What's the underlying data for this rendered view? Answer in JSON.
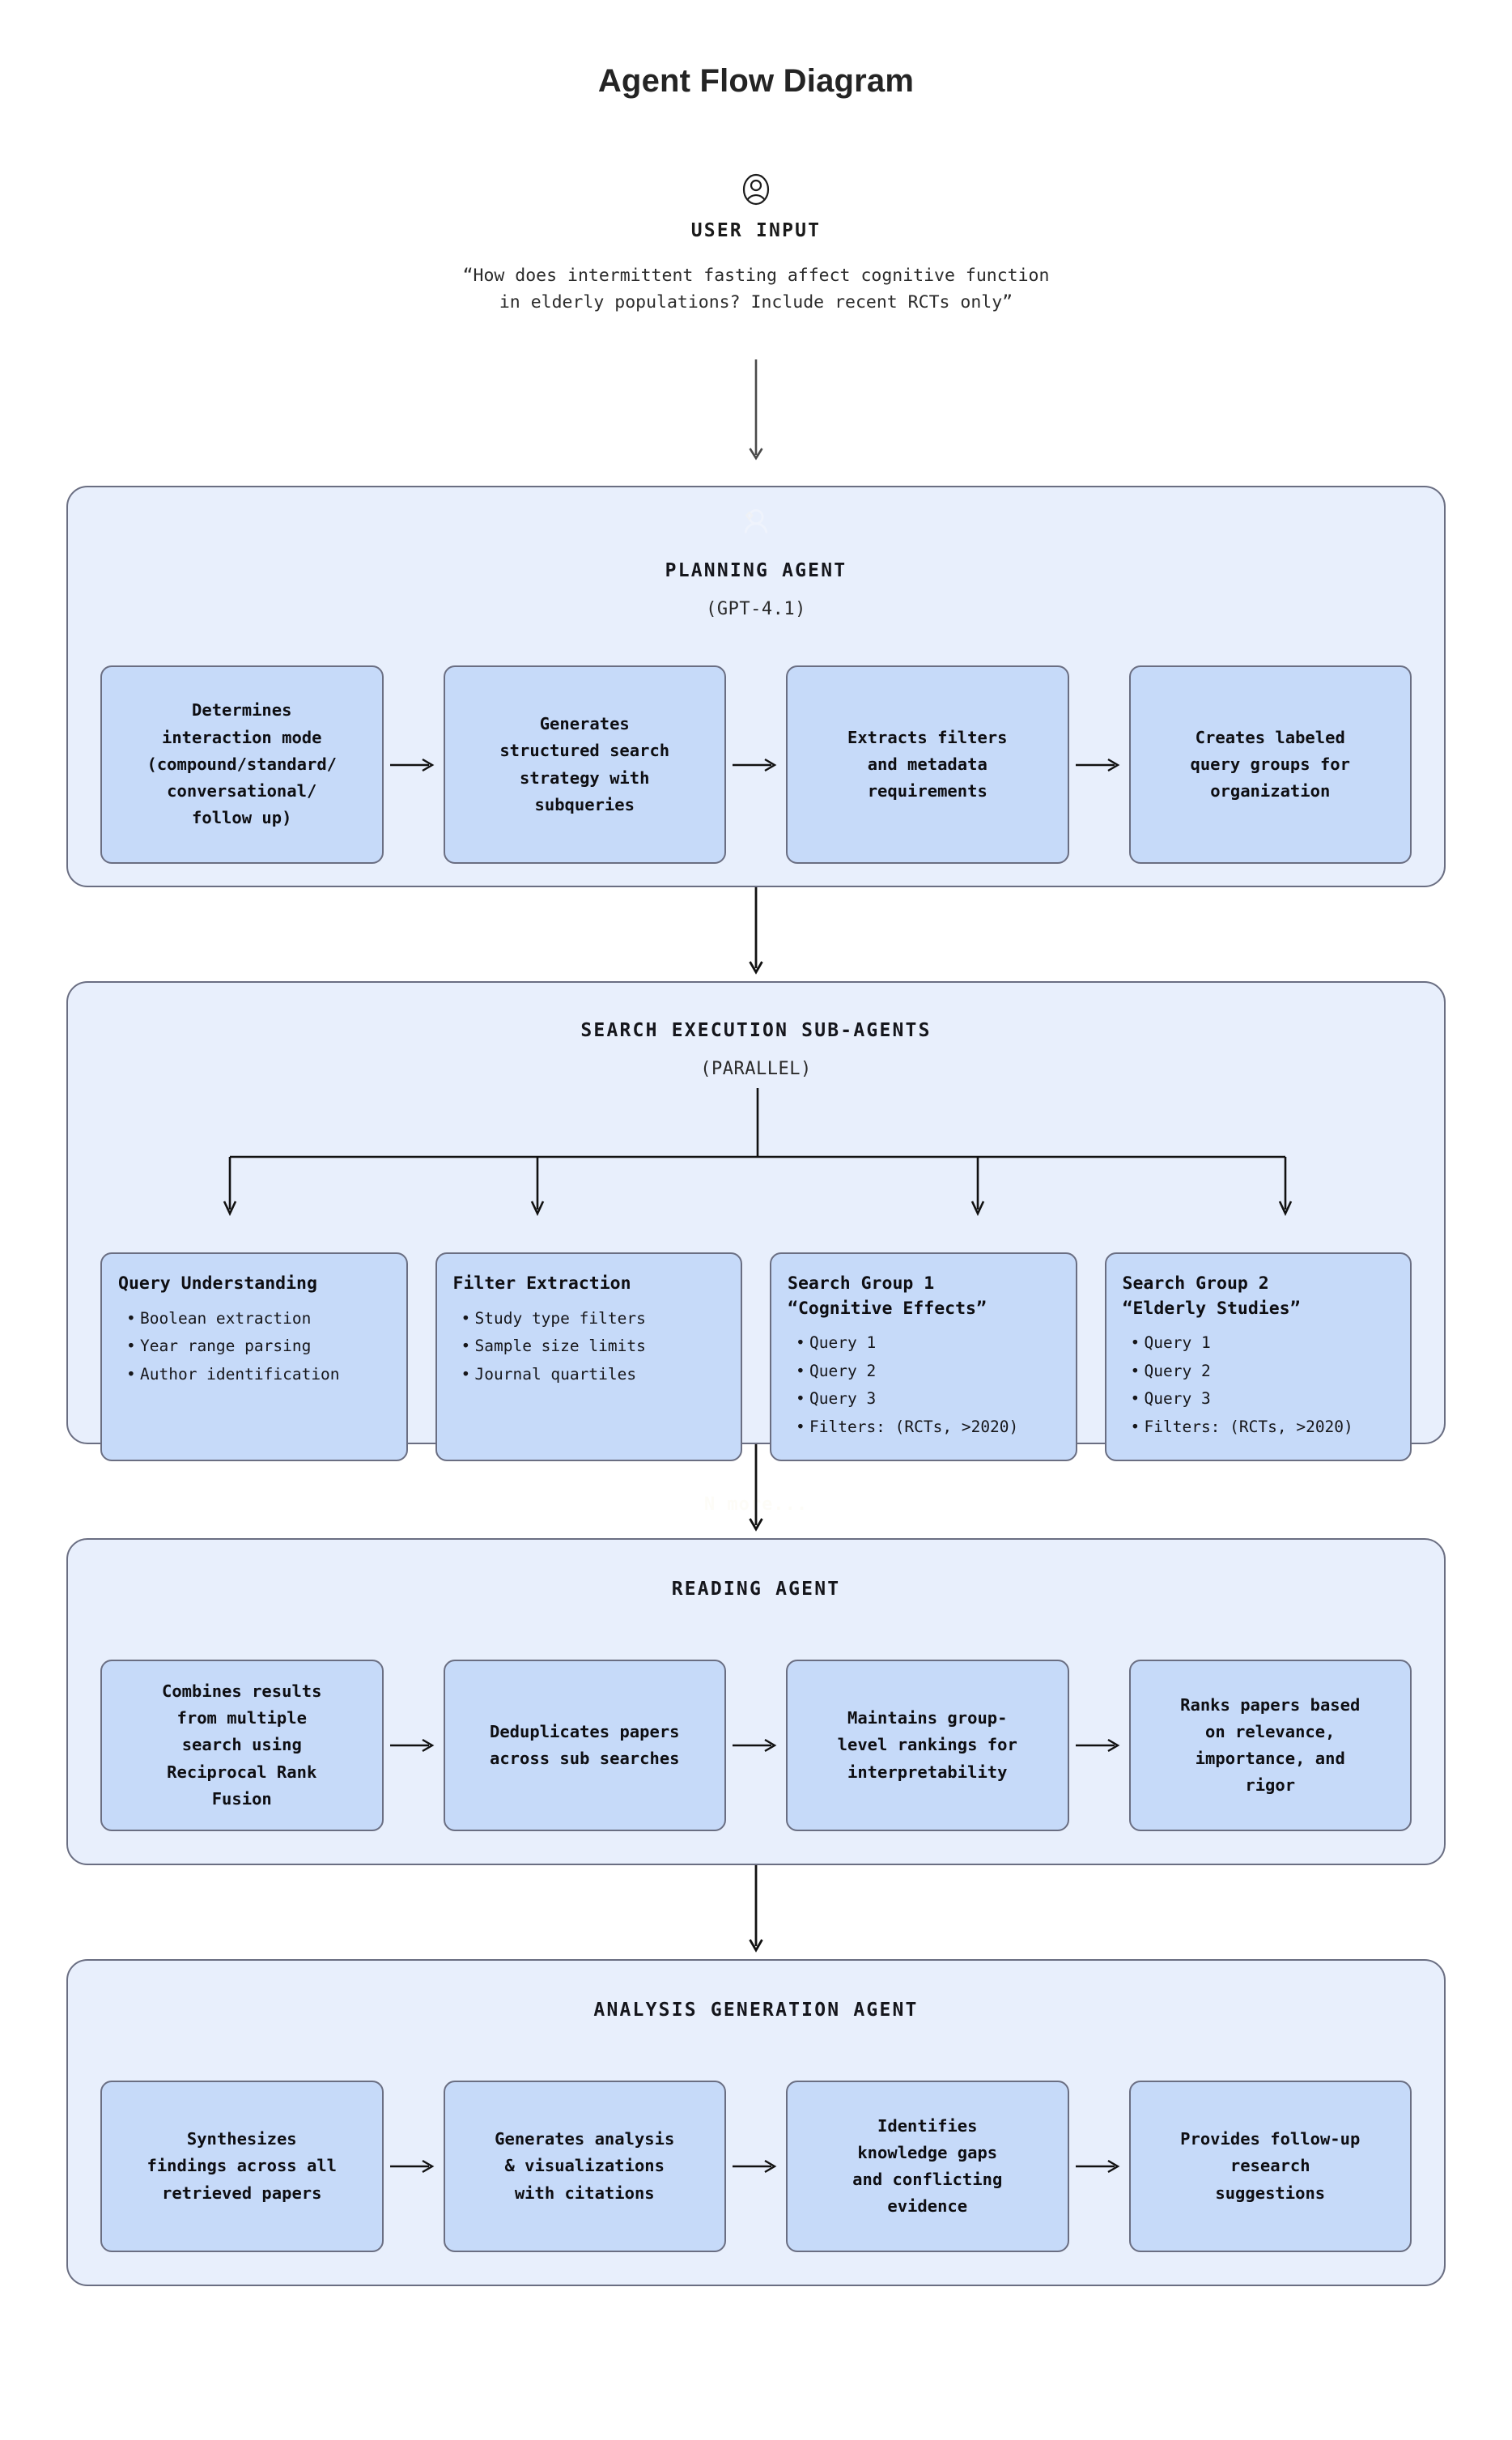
{
  "title": "Agent Flow Diagram",
  "user_input": {
    "icon": "user-circle-icon",
    "label": "USER INPUT",
    "quote": "“How does intermittent fasting affect cognitive function\nin elderly populations? Include recent RCTs only”"
  },
  "colors": {
    "section_fill": "#e8effc",
    "section_border": "#6a6e82",
    "box_fill": "#c6daf9",
    "box_border": "#6a6e82",
    "text": "#0e0e12",
    "page_background": "#ffffff"
  },
  "sections": [
    {
      "name": "planning-agent",
      "title": "PLANNING AGENT",
      "subtitle": "(GPT-4.1)",
      "ghost_icon": "user-circle-icon",
      "steps": [
        "Determines\ninteraction mode\n(compound/standard/\nconversational/\nfollow up)",
        "Generates\nstructured search\nstrategy with\nsubqueries",
        "Extracts filters\nand metadata\nrequirements",
        "Creates labeled\nquery groups for\norganization"
      ]
    },
    {
      "name": "search-execution-sub-agents",
      "title": "SEARCH EXECUTION SUB-AGENTS",
      "subtitle": "(PARALLEL)",
      "ghost_text": "N more...",
      "cards": [
        {
          "title": "Query Understanding",
          "items": [
            "Boolean extraction",
            "Year range parsing",
            "Author identification"
          ]
        },
        {
          "title": "Filter Extraction",
          "items": [
            "Study type filters",
            "Sample size limits",
            "Journal quartiles"
          ]
        },
        {
          "title": "Search Group 1\n“Cognitive Effects”",
          "items": [
            "Query 1",
            "Query 2",
            "Query 3",
            "Filters: (RCTs, >2020)"
          ]
        },
        {
          "title": "Search Group 2\n“Elderly Studies”",
          "items": [
            "Query 1",
            "Query 2",
            "Query 3",
            "Filters: (RCTs, >2020)"
          ]
        }
      ]
    },
    {
      "name": "reading-agent",
      "title": "READING AGENT",
      "subtitle": "",
      "steps": [
        "Combines results\nfrom multiple\nsearch using\nReciprocal Rank\nFusion",
        "Deduplicates papers\nacross sub searches",
        "Maintains group-\nlevel rankings for\ninterpretability",
        "Ranks papers based\non relevance,\nimportance, and\nrigor"
      ]
    },
    {
      "name": "analysis-generation-agent",
      "title": "ANALYSIS GENERATION AGENT",
      "subtitle": "",
      "steps": [
        "Synthesizes\nfindings across all\nretrieved papers",
        "Generates analysis\n& visualizations\nwith citations",
        "Identifies\nknowledge gaps\nand conflicting\nevidence",
        "Provides follow-up\nresearch\nsuggestions"
      ]
    }
  ]
}
